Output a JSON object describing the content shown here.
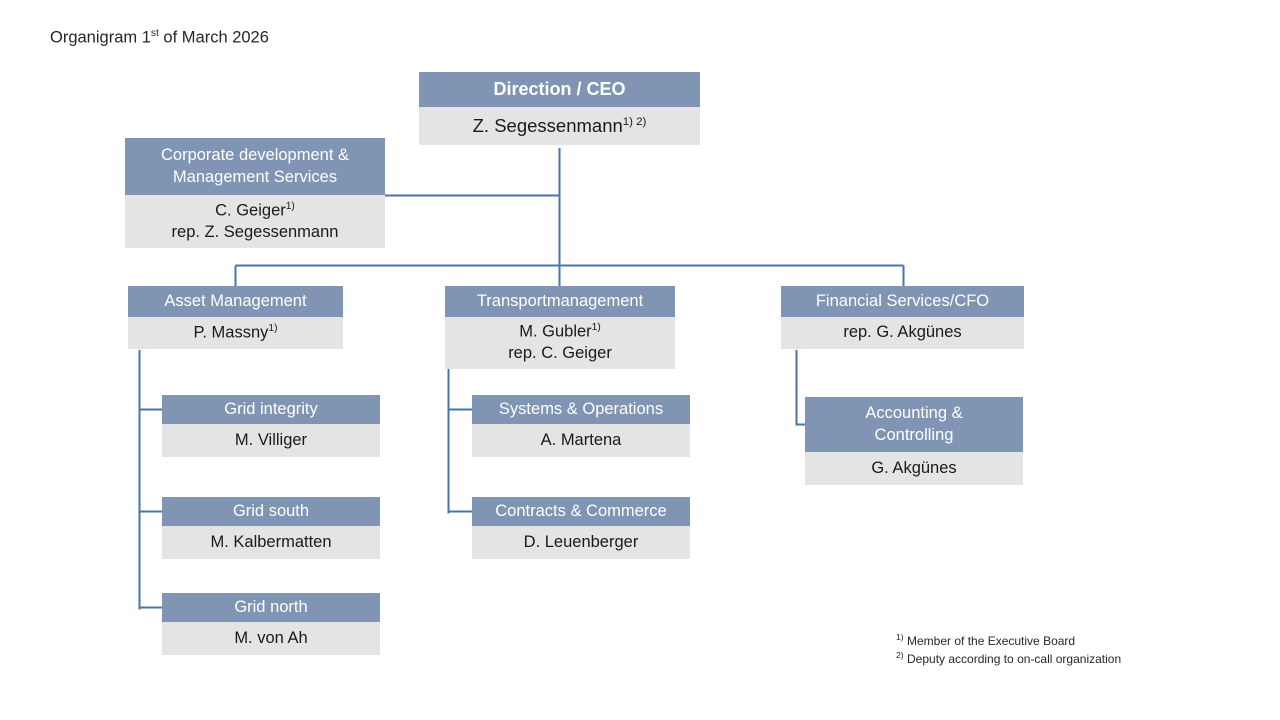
{
  "title": {
    "prefix": "Organigram 1",
    "ordinal_suffix": "st",
    "rest": " of March 2026"
  },
  "colors": {
    "header_fill": "#7f95b3",
    "body_fill": "#e4e4e4",
    "connector": "#4a74a8",
    "header_text": "#ffffff",
    "body_text": "#1a1a1a"
  },
  "nodes": {
    "ceo": {
      "header": "Direction / CEO",
      "name": "Z. Segessenmann",
      "marks": "1) 2)"
    },
    "corporate_development": {
      "header_line1": "Corporate development &",
      "header_line2": "Management Services",
      "name": "C. Geiger",
      "marks": "1)",
      "deputy": "rep. Z. Segessenmann"
    },
    "asset_management": {
      "header": "Asset Management",
      "name": "P. Massny",
      "marks": "1)"
    },
    "transportmanagement": {
      "header": "Transportmanagement",
      "name": "M. Gubler",
      "marks": "1)",
      "deputy": "rep. C. Geiger"
    },
    "financial_services": {
      "header": "Financial Services/CFO",
      "name": "rep. G. Akgünes"
    },
    "grid_integrity": {
      "header": "Grid integrity",
      "name": "M. Villiger"
    },
    "grid_south": {
      "header": "Grid south",
      "name": "M. Kalbermatten"
    },
    "grid_north": {
      "header": "Grid north",
      "name": "M. von Ah"
    },
    "systems_operations": {
      "header": "Systems & Operations",
      "name": "A. Martena"
    },
    "contracts_commerce": {
      "header": "Contracts & Commerce",
      "name": "D. Leuenberger"
    },
    "accounting_controlling": {
      "header_line1": "Accounting &",
      "header_line2": "Controlling",
      "name": "G. Akgünes"
    }
  },
  "footnotes": [
    {
      "marker": "1)",
      "text": " Member of the Executive Board"
    },
    {
      "marker": "2)",
      "text": " Deputy according to on-call organization"
    }
  ]
}
